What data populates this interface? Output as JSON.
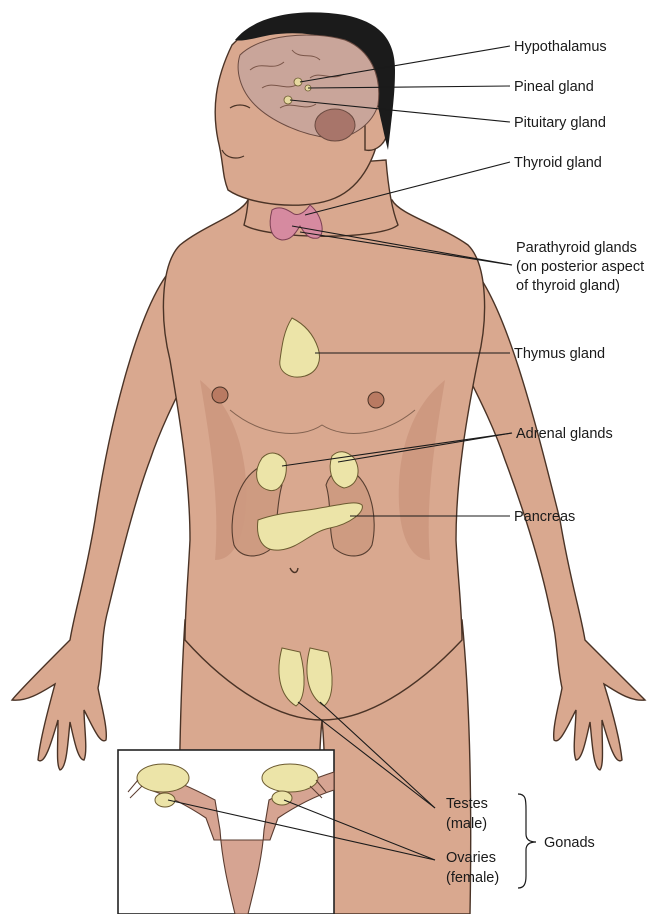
{
  "labels": {
    "hypothalamus": "Hypothalamus",
    "pineal": "Pineal gland",
    "pituitary": "Pituitary gland",
    "thyroid": "Thyroid gland",
    "parathyroid_1": "Parathyroid glands",
    "parathyroid_2": "(on posterior aspect",
    "parathyroid_3": "of thyroid gland)",
    "thymus": "Thymus gland",
    "adrenal": "Adrenal glands",
    "pancreas": "Pancreas",
    "testes_1": "Testes",
    "testes_2": "(male)",
    "ovaries_1": "Ovaries",
    "ovaries_2": "(female)",
    "gonads": "Gonads"
  },
  "colors": {
    "skin": "#d9a88f",
    "gland": "#ece4a8",
    "thyroid": "#d68aa0",
    "hair": "#1b1b1b",
    "brain": "#c9a59a"
  }
}
